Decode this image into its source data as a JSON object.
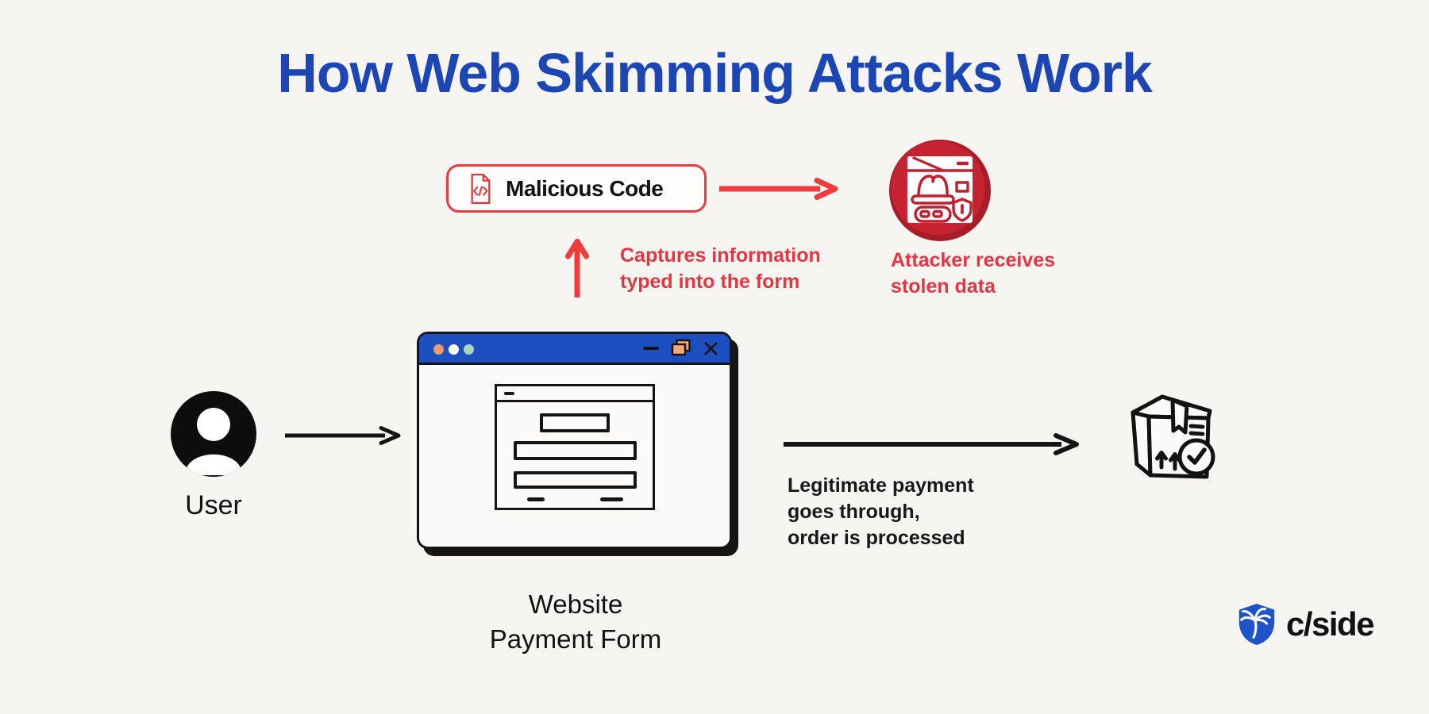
{
  "title": "How Web Skimming Attacks Work",
  "nodes": {
    "malicious_code": {
      "label": "Malicious Code"
    },
    "capture_note": {
      "line1": "Captures information",
      "line2": "typed into the form"
    },
    "attacker_note": {
      "line1": "Attacker receives",
      "line2": "stolen data"
    },
    "user": {
      "label": "User"
    },
    "payment_form": {
      "line1": "Website",
      "line2": "Payment Form"
    },
    "order_note": {
      "line1": "Legitimate payment",
      "line2": "goes through,",
      "line3": "order is processed"
    }
  },
  "branding": {
    "logo_text": "c/side"
  },
  "colors": {
    "bg": "#f7f5f2",
    "title_blue": "#1b46b4",
    "accent_red": "#ee3a41",
    "dark_red": "#c22030",
    "bar_blue": "#1d4fc0",
    "ink": "#141414"
  }
}
